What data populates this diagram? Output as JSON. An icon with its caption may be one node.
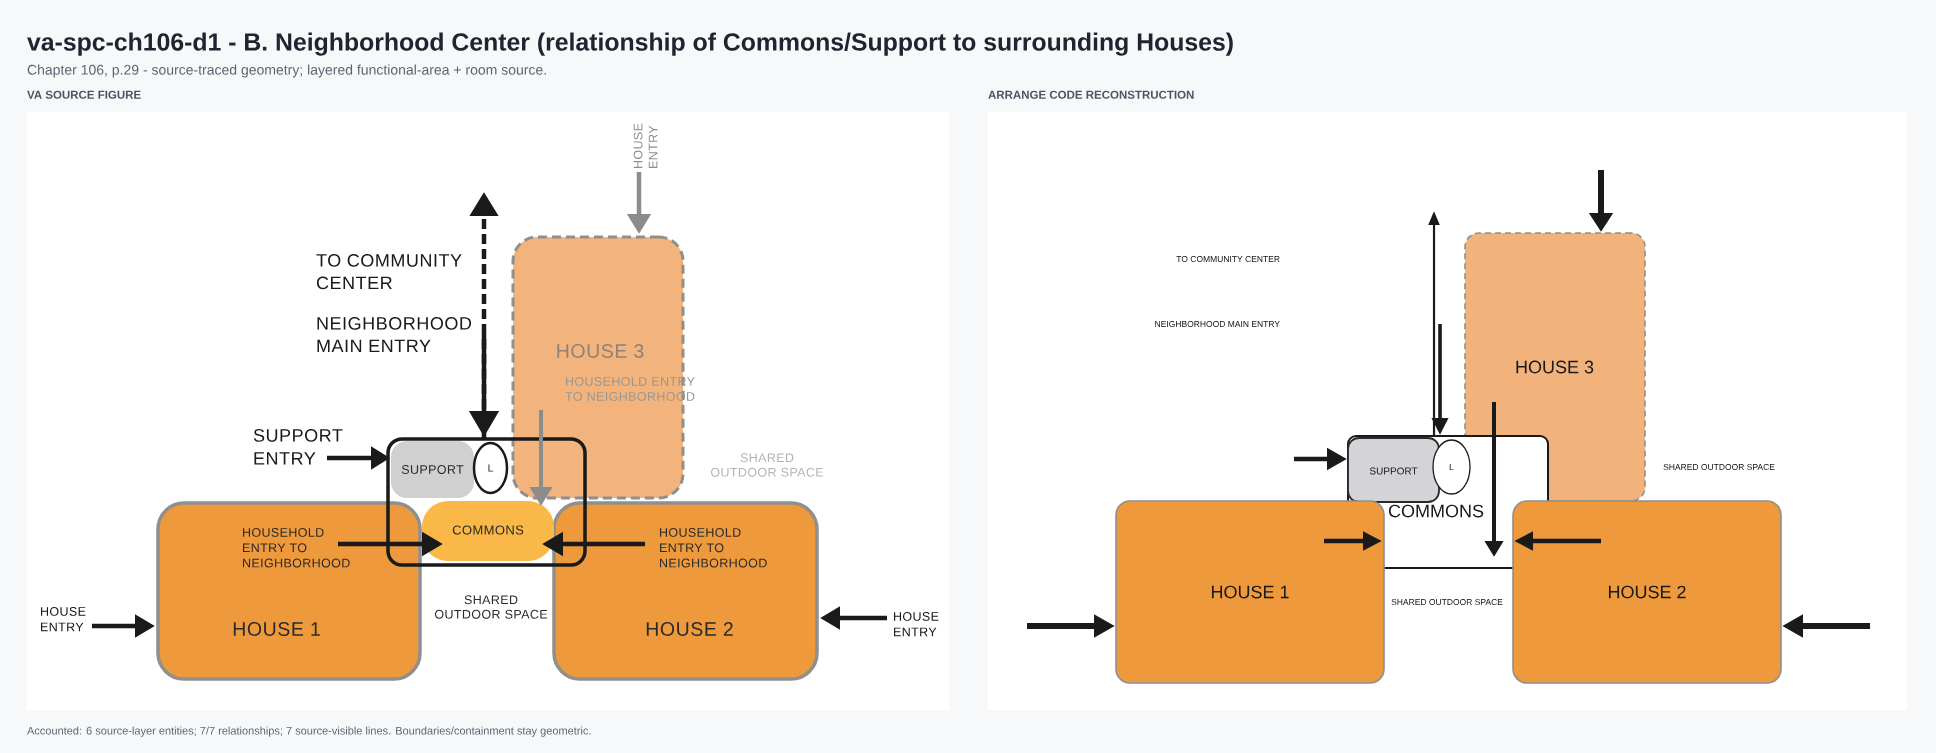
{
  "diagram": {
    "title": "va-spc-ch106-d1 - B. Neighborhood Center (relationship of Commons/Support to surrounding Houses)",
    "caption": "Accounted: 6 source-layer entities; 7/7 relationships; 7 source-visible lines. Boundaries/containment stay geometric.",
    "nodes": [
      {
        "text": [
          "VA SOURCE FIGURE"
        ]
      },
      {
        "text": [
          "HOUSE 3",
          "HOUSEHOLD ENTRY TO NEIGHBORHOOD"
        ],
        "in": 0
      },
      {
        "text": [],
        "shape": "box",
        "in": 0
      },
      {
        "text": [
          "SUPPORT"
        ],
        "in": 2
      },
      {
        "text": [
          "L"
        ],
        "in": 2
      },
      {
        "text": [
          "COMMONS"
        ],
        "in": 2
      },
      {
        "text": [
          "HOUSEHOLD ENTRY TO NEIGHBORHOOD",
          "HOUSE 1"
        ],
        "in": 0
      },
      {
        "text": [
          "HOUSEHOLD ENTRY TO NEIGHBORHOOD",
          "HOUSE 2"
        ],
        "in": 0
      },
      {
        "text": [
          "ARRANGE CODE RECONSTRUCTION"
        ]
      },
      {
        "text": [
          "HOUSE 3"
        ],
        "in": 8
      },
      {
        "text": [
          "COMMONS"
        ],
        "in": 8
      },
      {
        "text": [
          "SUPPORT"
        ],
        "in": 10
      },
      {
        "text": [
          "L"
        ],
        "in": 10
      },
      {
        "text": [
          "HOUSE 1"
        ],
        "in": 8
      },
      {
        "text": [
          "HOUSE 2"
        ],
        "in": 8
      }
    ],
    "edges": [
      {
        "from": 2,
        "to": null,
        "arrow": "to",
        "label": "TO COMMUNITY CENTER",
        "style": "dashed"
      },
      {
        "from": null,
        "to": 2,
        "arrow": "to",
        "label": "NEIGHBORHOOD MAIN ENTRY"
      },
      {
        "from": null,
        "to": 3,
        "arrow": "to",
        "label": "SUPPORT ENTRY"
      },
      {
        "from": null,
        "to": 1,
        "arrow": "to",
        "label": "HOUSE ENTRY",
        "color": "#8c8c8c"
      },
      {
        "from": 1,
        "to": 5,
        "arrow": "to",
        "color": "#8c8c8c"
      },
      {
        "from": 6,
        "to": 5,
        "arrow": "to"
      },
      {
        "from": 7,
        "to": 5,
        "arrow": "to"
      },
      {
        "from": null,
        "to": 6,
        "arrow": "to",
        "label": "HOUSE ENTRY"
      },
      {
        "from": null,
        "to": 7,
        "arrow": "to",
        "label": "HOUSE ENTRY"
      },
      {
        "from": 10,
        "to": null,
        "arrow": "to"
      },
      {
        "from": null,
        "to": 10,
        "arrow": "to"
      },
      {
        "from": null,
        "to": 9,
        "arrow": "to"
      },
      {
        "from": 9,
        "to": 10,
        "arrow": "to"
      },
      {
        "from": null,
        "to": 11,
        "arrow": "to"
      },
      {
        "from": 13,
        "to": 10,
        "arrow": "to"
      },
      {
        "from": 14,
        "to": 10,
        "arrow": "to"
      },
      {
        "from": null,
        "to": 13,
        "arrow": "to"
      },
      {
        "from": null,
        "to": 14,
        "arrow": "to"
      }
    ],
    "labels": [
      "Chapter 106, p.29 - source-traced geometry; layered functional-area + room source.",
      "SHARED OUTDOOR SPACE",
      "SHARED OUTDOOR SPACE",
      "TO COMMUNITY CENTER",
      "NEIGHBORHOOD MAIN ENTRY",
      "SHARED OUTDOOR SPACE",
      "SHARED OUTDOOR SPACE"
    ]
  }
}
